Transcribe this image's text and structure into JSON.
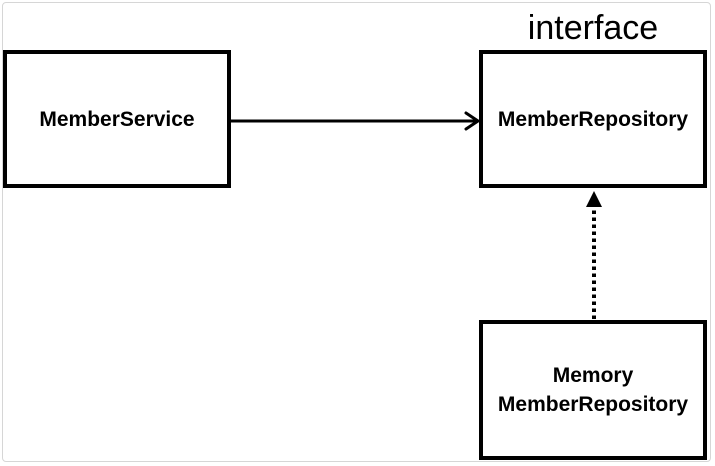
{
  "diagram": {
    "stereotype": "interface",
    "nodes": {
      "member_service": {
        "label": "MemberService"
      },
      "member_repository": {
        "label": "MemberRepository"
      },
      "memory_member_repository": {
        "line1": "Memory",
        "line2": "MemberRepository"
      }
    },
    "edges": [
      {
        "from": "member_service",
        "to": "member_repository",
        "style": "solid"
      },
      {
        "from": "memory_member_repository",
        "to": "member_repository",
        "style": "dotted"
      }
    ],
    "colors": {
      "stroke": "#000000",
      "background": "#ffffff"
    }
  }
}
